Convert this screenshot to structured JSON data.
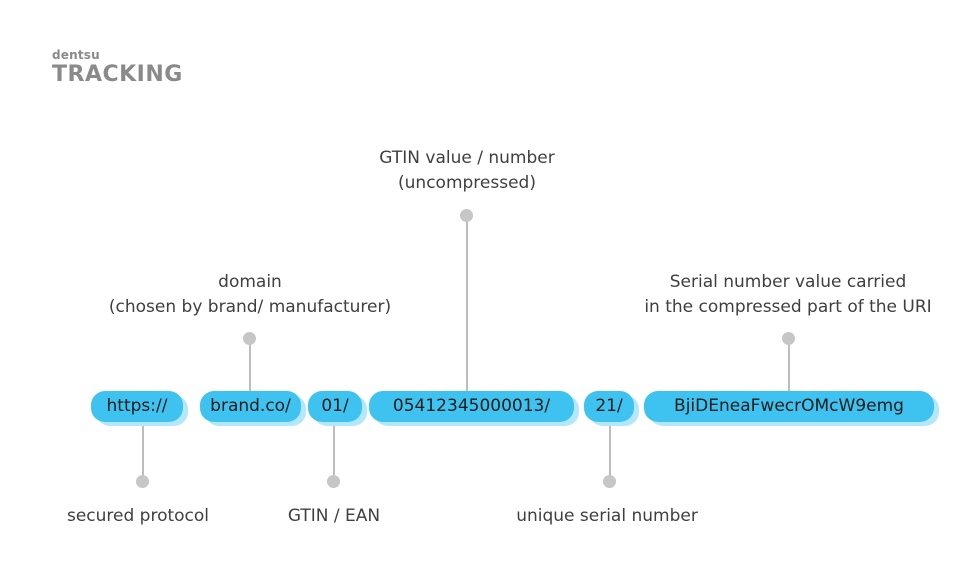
{
  "brand": {
    "company": "dentsu",
    "product": "TRACKING"
  },
  "segments": [
    {
      "id": "protocol",
      "text": "https://"
    },
    {
      "id": "domain",
      "text": "brand.co/"
    },
    {
      "id": "gtin-ai",
      "text": "01/"
    },
    {
      "id": "gtin-value",
      "text": "05412345000013/"
    },
    {
      "id": "serial-ai",
      "text": "21/"
    },
    {
      "id": "serial-value",
      "text": "BjiDEneaFwecrOMcW9emg"
    }
  ],
  "labels": {
    "gtin_value": {
      "line1": "GTIN value / number",
      "line2": "(uncompressed)"
    },
    "domain": {
      "line1": "domain",
      "line2": "(chosen by brand/ manufacturer)"
    },
    "serial_value": {
      "line1": "Serial number value carried",
      "line2": "in the compressed part of the URI"
    },
    "protocol": "secured protocol",
    "gtin_ean": "GTIN / EAN",
    "serial": "unique serial number"
  },
  "colors": {
    "pill": "#3ec3f0",
    "pill_shadow": "#b3e7fa",
    "connector": "#c6c6c6",
    "text": "#3f3f3f",
    "brand": "#8a8a8a"
  }
}
